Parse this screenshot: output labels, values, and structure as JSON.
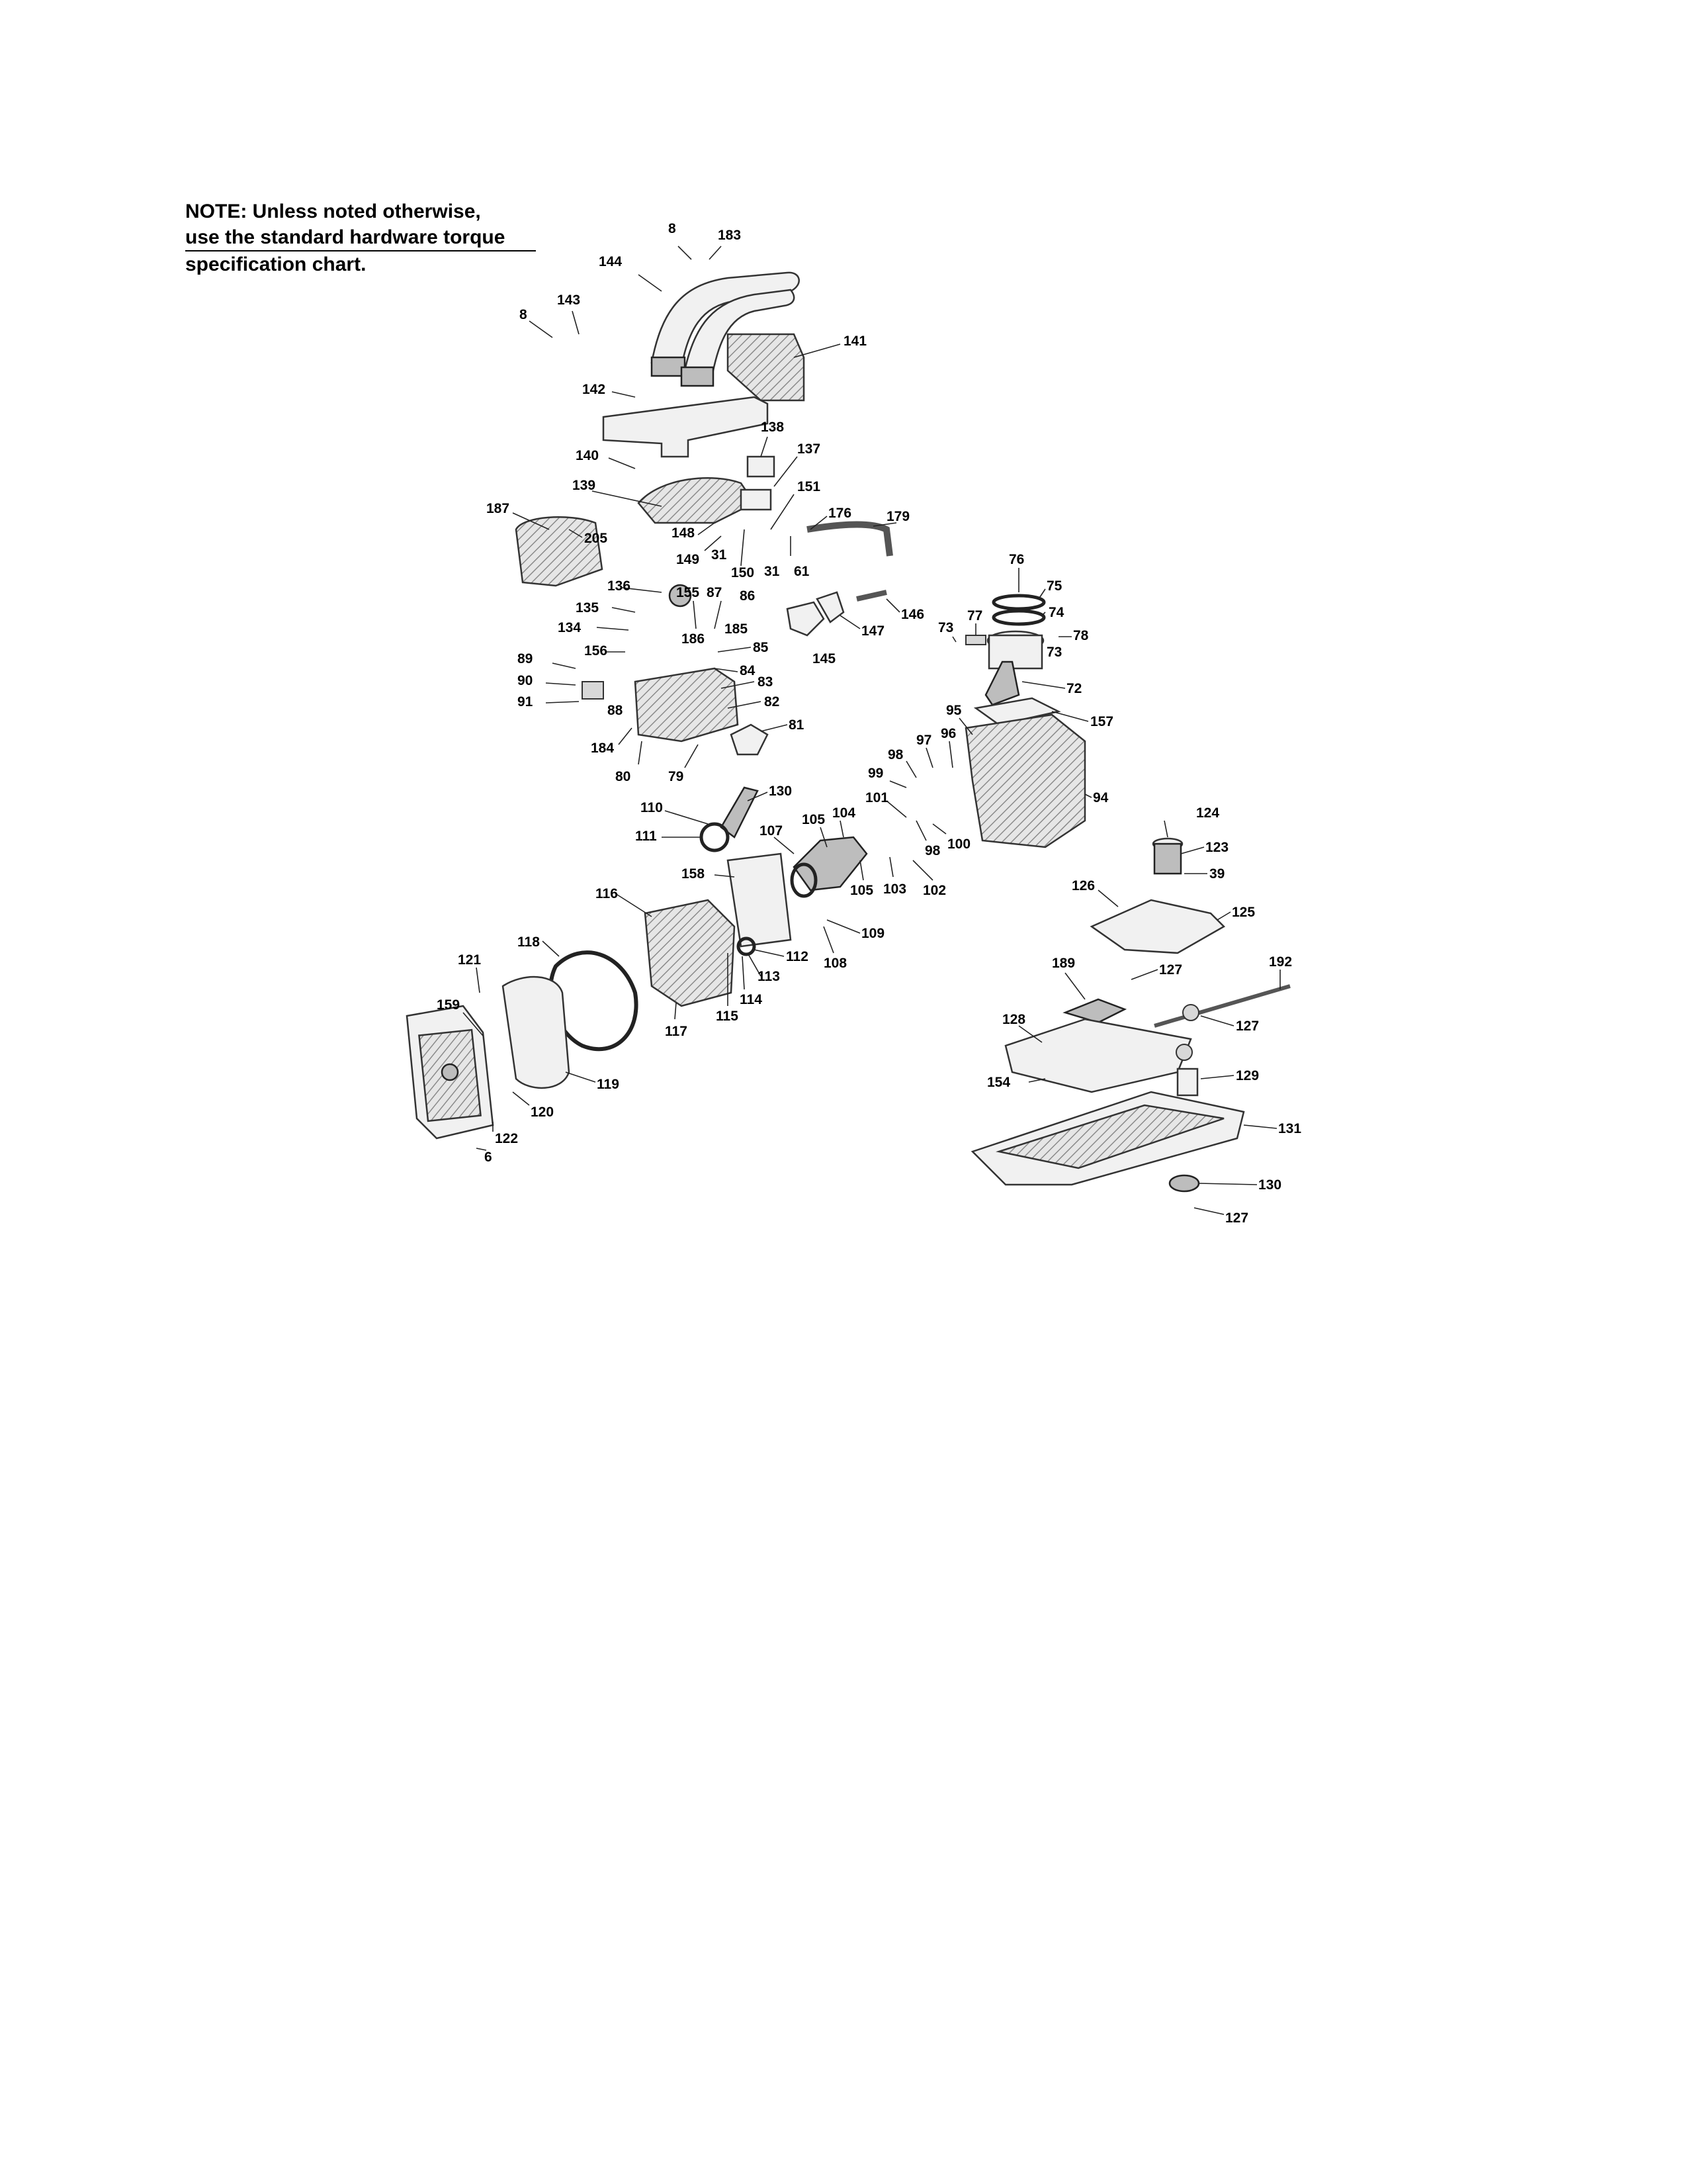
{
  "note": {
    "line1": "NOTE: Unless noted otherwise,",
    "line2": "use the standard hardware torque",
    "line3": "specification chart."
  },
  "callouts": [
    {
      "id": "c8a",
      "label": "8"
    },
    {
      "id": "c183",
      "label": "183"
    },
    {
      "id": "c144",
      "label": "144"
    },
    {
      "id": "c8b",
      "label": "8"
    },
    {
      "id": "c143",
      "label": "143"
    },
    {
      "id": "c141",
      "label": "141"
    },
    {
      "id": "c142",
      "label": "142"
    },
    {
      "id": "c138",
      "label": "138"
    },
    {
      "id": "c140",
      "label": "140"
    },
    {
      "id": "c137",
      "label": "137"
    },
    {
      "id": "c139",
      "label": "139"
    },
    {
      "id": "c151",
      "label": "151"
    },
    {
      "id": "c187",
      "label": "187"
    },
    {
      "id": "c205",
      "label": "205"
    },
    {
      "id": "c148",
      "label": "148"
    },
    {
      "id": "c176",
      "label": "176"
    },
    {
      "id": "c179",
      "label": "179"
    },
    {
      "id": "c149",
      "label": "149"
    },
    {
      "id": "c31a",
      "label": "31"
    },
    {
      "id": "c150",
      "label": "150"
    },
    {
      "id": "c31b",
      "label": "31"
    },
    {
      "id": "c61",
      "label": "61"
    },
    {
      "id": "c136",
      "label": "136"
    },
    {
      "id": "c155",
      "label": "155"
    },
    {
      "id": "c87",
      "label": "87"
    },
    {
      "id": "c86",
      "label": "86"
    },
    {
      "id": "c146",
      "label": "146"
    },
    {
      "id": "c135",
      "label": "135"
    },
    {
      "id": "c186",
      "label": "186"
    },
    {
      "id": "c185",
      "label": "185"
    },
    {
      "id": "c147",
      "label": "147"
    },
    {
      "id": "c134",
      "label": "134"
    },
    {
      "id": "c156",
      "label": "156"
    },
    {
      "id": "c85",
      "label": "85"
    },
    {
      "id": "c145",
      "label": "145"
    },
    {
      "id": "c89",
      "label": "89"
    },
    {
      "id": "c84",
      "label": "84"
    },
    {
      "id": "c90",
      "label": "90"
    },
    {
      "id": "c83",
      "label": "83"
    },
    {
      "id": "c91",
      "label": "91"
    },
    {
      "id": "c88",
      "label": "88"
    },
    {
      "id": "c82",
      "label": "82"
    },
    {
      "id": "c81",
      "label": "81"
    },
    {
      "id": "c184",
      "label": "184"
    },
    {
      "id": "c80",
      "label": "80"
    },
    {
      "id": "c79",
      "label": "79"
    },
    {
      "id": "c76",
      "label": "76"
    },
    {
      "id": "c75",
      "label": "75"
    },
    {
      "id": "c77",
      "label": "77"
    },
    {
      "id": "c74",
      "label": "74"
    },
    {
      "id": "c73a",
      "label": "73"
    },
    {
      "id": "c78",
      "label": "78"
    },
    {
      "id": "c73b",
      "label": "73"
    },
    {
      "id": "c72",
      "label": "72"
    },
    {
      "id": "c157",
      "label": "157"
    },
    {
      "id": "c95",
      "label": "95"
    },
    {
      "id": "c97",
      "label": "97"
    },
    {
      "id": "c96",
      "label": "96"
    },
    {
      "id": "c98a",
      "label": "98"
    },
    {
      "id": "c99",
      "label": "99"
    },
    {
      "id": "c94",
      "label": "94"
    },
    {
      "id": "c130",
      "label": "130"
    },
    {
      "id": "c101",
      "label": "101"
    },
    {
      "id": "c110",
      "label": "110"
    },
    {
      "id": "c107",
      "label": "107"
    },
    {
      "id": "c105a",
      "label": "105"
    },
    {
      "id": "c104",
      "label": "104"
    },
    {
      "id": "c111",
      "label": "111"
    },
    {
      "id": "c98b",
      "label": "98"
    },
    {
      "id": "c100",
      "label": "100"
    },
    {
      "id": "c158",
      "label": "158"
    },
    {
      "id": "c105b",
      "label": "105"
    },
    {
      "id": "c103",
      "label": "103"
    },
    {
      "id": "c102",
      "label": "102"
    },
    {
      "id": "c124",
      "label": "124"
    },
    {
      "id": "c123",
      "label": "123"
    },
    {
      "id": "c39",
      "label": "39"
    },
    {
      "id": "c126",
      "label": "126"
    },
    {
      "id": "c125",
      "label": "125"
    },
    {
      "id": "c116",
      "label": "116"
    },
    {
      "id": "c109",
      "label": "109"
    },
    {
      "id": "c108",
      "label": "108"
    },
    {
      "id": "c112",
      "label": "112"
    },
    {
      "id": "c118",
      "label": "118"
    },
    {
      "id": "c121",
      "label": "121"
    },
    {
      "id": "c113",
      "label": "113"
    },
    {
      "id": "c114",
      "label": "114"
    },
    {
      "id": "c115",
      "label": "115"
    },
    {
      "id": "c117",
      "label": "117"
    },
    {
      "id": "c159",
      "label": "159"
    },
    {
      "id": "c189",
      "label": "189"
    },
    {
      "id": "c127a",
      "label": "127"
    },
    {
      "id": "c192",
      "label": "192"
    },
    {
      "id": "c128",
      "label": "128"
    },
    {
      "id": "c127b",
      "label": "127"
    },
    {
      "id": "c119",
      "label": "119"
    },
    {
      "id": "c120",
      "label": "120"
    },
    {
      "id": "c122",
      "label": "122"
    },
    {
      "id": "c6",
      "label": "6"
    },
    {
      "id": "c154",
      "label": "154"
    },
    {
      "id": "c129",
      "label": "129"
    },
    {
      "id": "c131",
      "label": "131"
    },
    {
      "id": "c130b",
      "label": "130"
    },
    {
      "id": "c127c",
      "label": "127"
    }
  ]
}
